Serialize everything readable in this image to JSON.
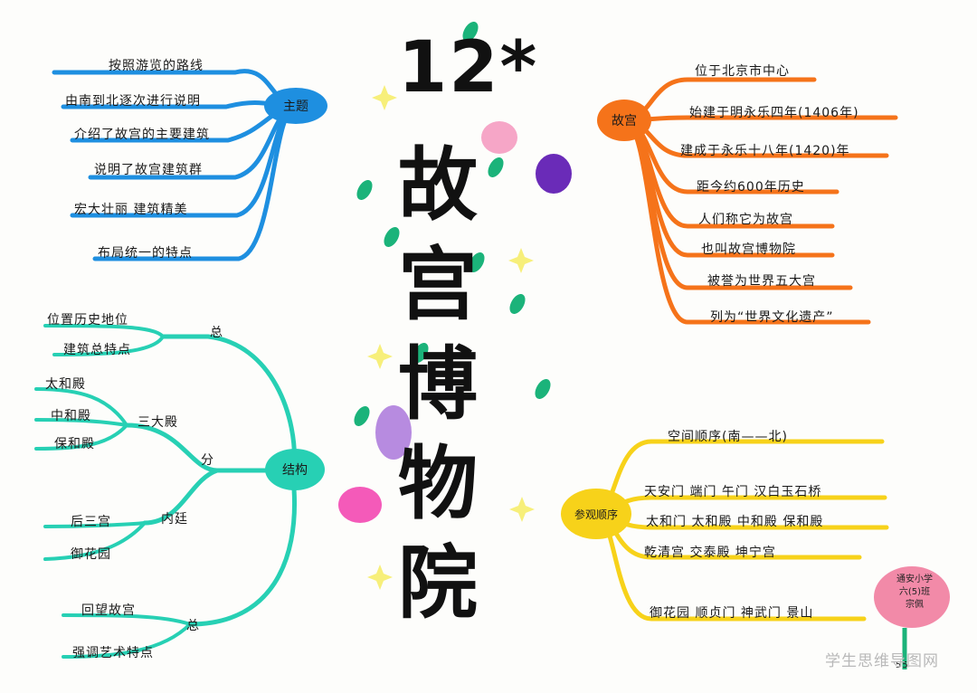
{
  "title": {
    "number": "12*",
    "chars": [
      "故",
      "宫",
      "博",
      "物",
      "院"
    ]
  },
  "zhuti": {
    "hub": "主题",
    "color": "#1e8fe0",
    "items": [
      "按照游览的路线",
      "由南到北逐次进行说明",
      "介绍了故宫的主要建筑",
      "说明了故宫建筑群",
      "宏大壮丽  建筑精美",
      "布局统一的特点"
    ]
  },
  "gugong": {
    "hub": "故宫",
    "color": "#f5731a",
    "items": [
      "位于北京市中心",
      "始建于明永乐四年(1406年)",
      "建成于永乐十八年(1420)年",
      "距今约600年历史",
      "人们称它为故宫",
      "也叫故宫博物院",
      "被誉为世界五大宫",
      "列为“世界文化遗产”"
    ]
  },
  "jiegou": {
    "hub": "结构",
    "color": "#27d0b4",
    "zong_top": {
      "label": "总",
      "items": [
        "位置历史地位",
        "建筑总特点"
      ]
    },
    "fen": {
      "label": "分",
      "sanda": {
        "label": "三大殿",
        "items": [
          "太和殿",
          "中和殿",
          "保和殿"
        ]
      },
      "neiting": {
        "label": "内廷",
        "items": [
          "后三宫",
          "御花园"
        ]
      }
    },
    "zong_bottom": {
      "label": "总",
      "items": [
        "回望故宫",
        "强调艺术特点"
      ]
    }
  },
  "canguan": {
    "hub": "参观顺序",
    "color": "#f7d21a",
    "items": [
      "空间顺序(南——北)",
      "天安门  端门  午门  汉白玉石桥",
      "太和门  太和殿  中和殿  保和殿",
      "乾清宫  交泰殿  坤宁宫",
      "御花园  顺贞门  神武门  景山"
    ]
  },
  "badge": {
    "lines": [
      "通安小学",
      "六(5)班",
      "宗佩"
    ],
    "number": "55"
  },
  "watermark": "学生思维导图网"
}
